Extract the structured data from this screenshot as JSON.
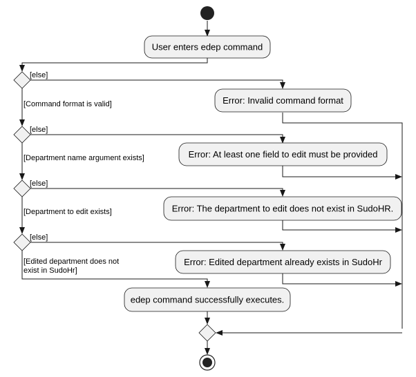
{
  "actions": {
    "user_enters": "User enters edep command",
    "error_invalid_format": "Error: Invalid command format",
    "error_no_field": "Error: At least one field to edit must be provided",
    "error_not_exist": "Error: The department to edit does not exist in SudoHR.",
    "error_already_exists": "Error: Edited department already exists in SudoHr",
    "success": "edep command successfully executes."
  },
  "guards": {
    "else_1": "[else]",
    "else_2": "[else]",
    "else_3": "[else]",
    "else_4": "[else]",
    "format_valid": "[Command format is valid]",
    "name_arg_exists": "[Department name argument exists]",
    "dept_exists": "[Department to edit exists]",
    "not_exist_line1": "[Edited department does not",
    "not_exist_line2": "exist in SudoHr]"
  },
  "colors": {
    "node_fill": "#f1f1f1",
    "stroke": "#181818",
    "text": "#000000",
    "start_end": "#222222"
  }
}
